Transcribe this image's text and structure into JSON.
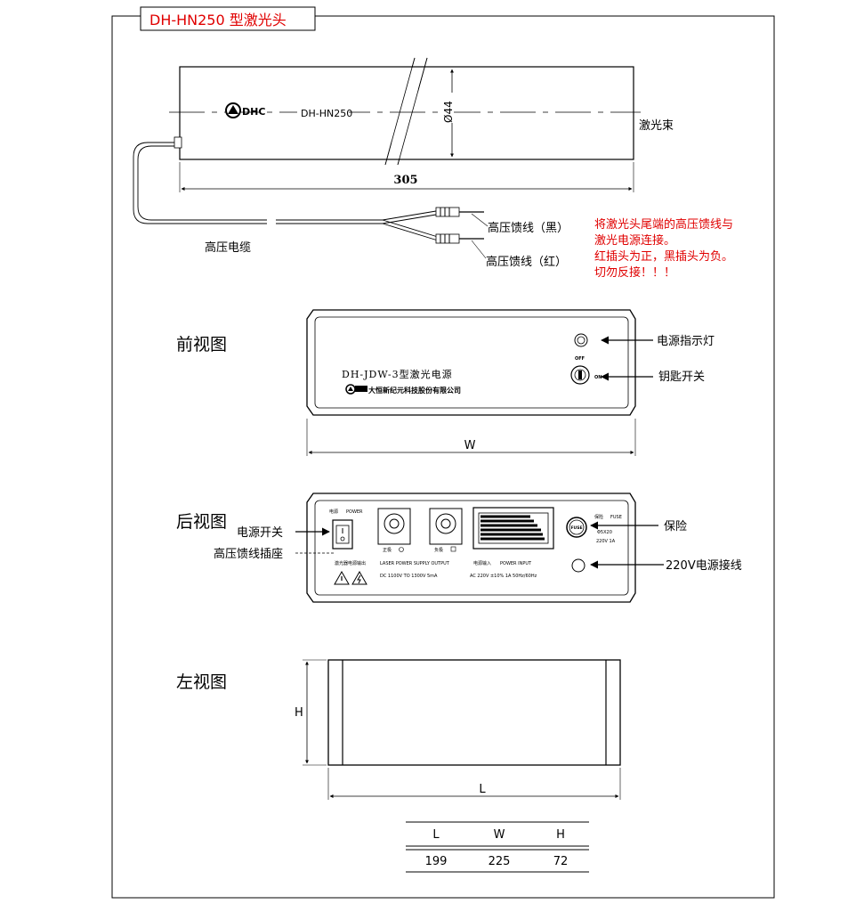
{
  "title": "DH-HN250 型激光头",
  "laser_head": {
    "logo": "DHC",
    "model": "DH-HN250",
    "diameter": "Ø44",
    "beam_label": "激光束",
    "length": "305",
    "cable_label": "高压电缆",
    "lead_black": "高压馈线（黑）",
    "lead_red": "高压馈线（红）",
    "note": [
      "将激光头尾端的高压馈线与",
      "激光电源连接。",
      "红插头为正，黑插头为负。",
      "切勿反接！！！"
    ]
  },
  "front_view": {
    "heading": "前视图",
    "panel_title": "DH-JDW-3型激光电源",
    "company": "大恒新纪元科技股份有限公司",
    "switch_off": "OFF",
    "switch_on": "ON",
    "label_indicator": "电源指示灯",
    "label_key": "钥匙开关",
    "dim_w": "W"
  },
  "rear_view": {
    "heading": "后视图",
    "power_cn": "电源",
    "power_en": "POWER",
    "pos_label": "正极",
    "neg_label": "负极",
    "hv_cn": "激光器电源输出",
    "output_en": "LASER POWER SUPPLY OUTPUT",
    "output_spec": "DC 1100V TO 1300V 5mA",
    "input_cn": "电源输入",
    "input_en": "POWER INPUT",
    "input_spec": "AC 220V ±10% 1A 50Hz/60Hz",
    "fuse_cn": "保险",
    "fuse_en": "FUSE",
    "fuse_size": "Φ5X20",
    "fuse_rating": "220V 1A",
    "fuse_cap": "FUSE",
    "label_power_switch": "电源开关",
    "label_hv_socket": "高压馈线插座",
    "label_fuse": "保险",
    "label_220v": "220V电源接线"
  },
  "left_view": {
    "heading": "左视图",
    "dim_h": "H",
    "dim_l": "L"
  },
  "dimensions_table": {
    "headers": [
      "L",
      "W",
      "H"
    ],
    "values": [
      "199",
      "225",
      "72"
    ]
  }
}
